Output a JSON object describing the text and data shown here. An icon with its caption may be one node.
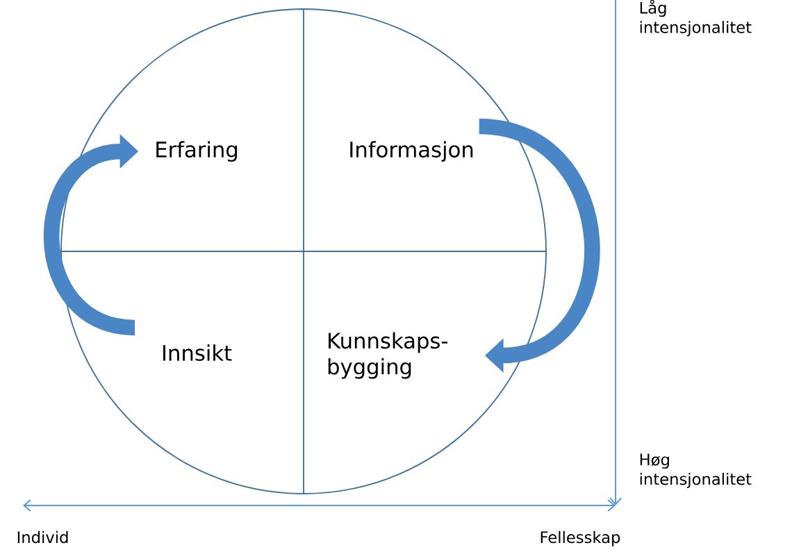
{
  "diagram": {
    "nodes": [
      {
        "text": [
          "Erfaring"
        ]
      },
      {
        "text": [
          "Informasjon"
        ]
      },
      {
        "text": [
          "Innsikt"
        ]
      },
      {
        "text": [
          "Kunnskaps-bygging"
        ]
      }
    ],
    "edges": [
      {
        "from": 1,
        "to": 3,
        "arrow": "to"
      },
      {
        "from": 2,
        "to": 0,
        "arrow": "to"
      }
    ],
    "labels": [
      "Låg intensjonalitet",
      "Høg intensjonalitet",
      "Individ",
      "Fellesskap"
    ]
  }
}
